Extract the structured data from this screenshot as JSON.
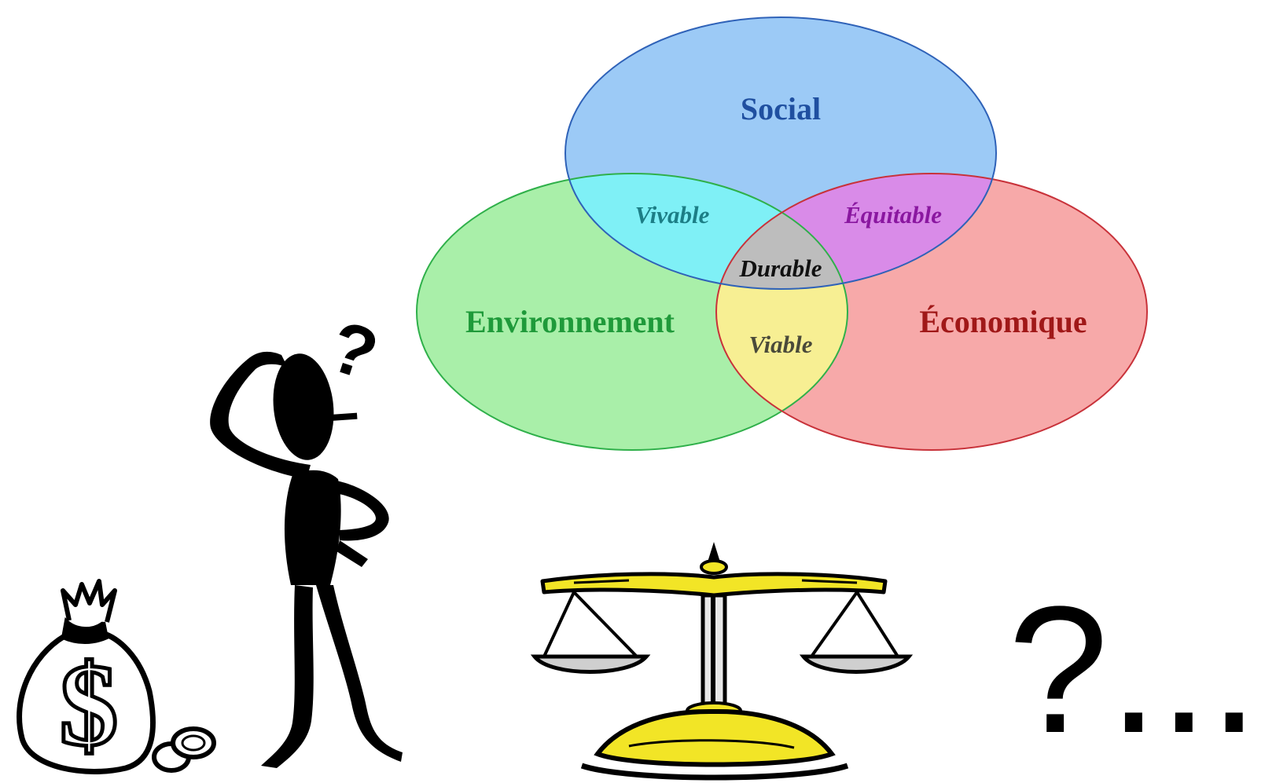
{
  "venn": {
    "circles": [
      {
        "id": "social",
        "label": "Social",
        "fill": "#9ccaf6",
        "stroke": "#2f62b8",
        "text_color": "#1f4fa0"
      },
      {
        "id": "environnement",
        "label": "Environnement",
        "fill": "#a9efa9",
        "stroke": "#2fb04a",
        "text_color": "#1f9a3a"
      },
      {
        "id": "economique",
        "label": "Économique",
        "fill": "#f7a9a9",
        "stroke": "#c8323a",
        "text_color": "#a01818"
      }
    ],
    "intersections": [
      {
        "id": "vivable",
        "label": "Vivable",
        "between": [
          "social",
          "environnement"
        ],
        "fill": "#7ff0f6",
        "text_color": "#1c7e86"
      },
      {
        "id": "equitable",
        "label": "Équitable",
        "between": [
          "social",
          "economique"
        ],
        "fill": "#d98be8",
        "text_color": "#8a17a0"
      },
      {
        "id": "viable",
        "label": "Viable",
        "between": [
          "environnement",
          "economique"
        ],
        "fill": "#f7ef93",
        "text_color": "#4a4a3a"
      },
      {
        "id": "durable",
        "label": "Durable",
        "between": [
          "social",
          "environnement",
          "economique"
        ],
        "fill": "#bdbdbd",
        "text_color": "#111111"
      }
    ]
  },
  "illustrations": {
    "money_bag": {
      "symbol": "$"
    },
    "thinking_figure": {
      "symbol": "?"
    },
    "scale": {
      "accent": "#f2e526"
    }
  },
  "trailing_text": "?..."
}
